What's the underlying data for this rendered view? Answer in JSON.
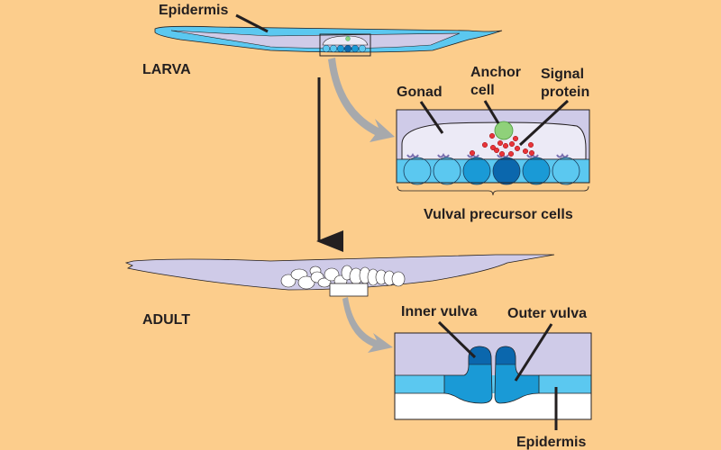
{
  "labels": {
    "epidermis_top": "Epidermis",
    "larva": "LARVA",
    "gonad": "Gonad",
    "anchor_cell_1": "Anchor",
    "anchor_cell_2": "cell",
    "signal_protein_1": "Signal",
    "signal_protein_2": "protein",
    "vulval_precursor_cells": "Vulval precursor cells",
    "adult": "ADULT",
    "inner_vulva": "Inner vulva",
    "outer_vulva": "Outer vulva",
    "epidermis_bottom": "Epidermis"
  },
  "colors": {
    "background": "#fccd8c",
    "body": "#cfcbe8",
    "epidermis": "#5bc8f0",
    "vpc_light": "#5bc8f0",
    "vpc_mid": "#1a9ad6",
    "vpc_dark": "#0b67ad",
    "anchor_cell": "#8fd17a",
    "signal": "#e8343a",
    "arrow_gray": "#a7a9ac"
  }
}
